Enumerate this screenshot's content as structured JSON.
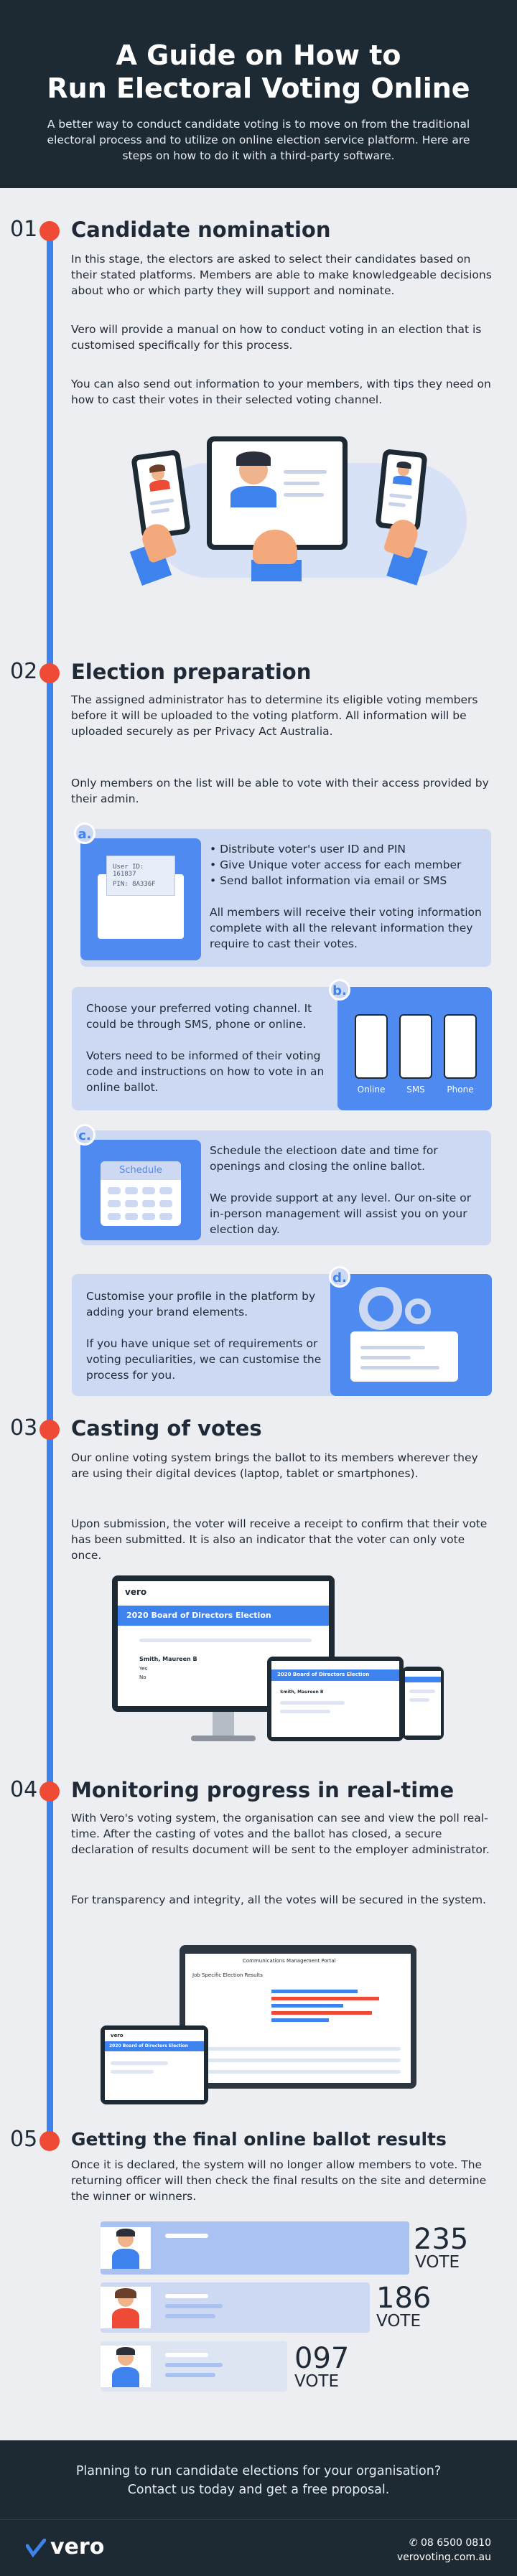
{
  "header": {
    "title_line1": "A Guide on How to",
    "title_line2": "Run Electoral Voting Online",
    "intro": "A better way to conduct candidate voting is to move on from the traditional electoral process and to utilize on online election service platform. Here are steps on how to do it with a third-party software."
  },
  "steps": [
    {
      "num": "01",
      "title": "Candidate nomination",
      "paras": [
        "In this stage, the electors are asked to select their candidates based on their stated platforms. Members are able to make knowledgeable decisions about who or which party they will support and nominate.",
        "Vero will provide a manual on how to conduct voting in an election that is customised specifically for this process.",
        "You can also send out information to your members, with tips they need on how to cast their votes in their selected voting channel."
      ]
    },
    {
      "num": "02",
      "title": "Election preparation",
      "paras": [
        "The assigned administrator has to determine its eligible voting members before it will be uploaded to the voting platform. All information will be uploaded securely as per Privacy Act Australia.",
        "Only members on the list will be able to vote with their access provided by their admin."
      ],
      "cards": {
        "a": {
          "badge": "a.",
          "bullets": [
            "• Distribute voter's user ID and PIN",
            "• Give Unique voter access for each member",
            "• Send ballot information via email or SMS"
          ],
          "text": "All members will receive their voting information complete with all the relevant information they require to cast their votes.",
          "letter_user": "User ID: 161837",
          "letter_pin": "PIN: 8A336F"
        },
        "b": {
          "badge": "b.",
          "text1": "Choose your preferred voting channel. It could be through SMS, phone or online.",
          "text2": "Voters need to be informed of their voting code and instructions on how to vote in an online ballot.",
          "channels": [
            "Online",
            "SMS",
            "Phone"
          ]
        },
        "c": {
          "badge": "c.",
          "calendar_label": "Schedule",
          "text1": "Schedule the electioon date and time for openings and closing the online ballot.",
          "text2": "We provide support at any level. Our on-site or in-person management will assist you on your election day."
        },
        "d": {
          "badge": "d.",
          "text1": "Customise your profile in the platform by adding your brand elements.",
          "text2": "If you have unique set of requirements or voting peculiarities, we can customise the process for you."
        }
      }
    },
    {
      "num": "03",
      "title": "Casting of votes",
      "paras": [
        "Our online voting system brings the ballot to its members wherever they are using their digital devices (laptop, tablet or smartphones).",
        "Upon submission, the voter will receive a receipt to confirm that their vote has been submitted. It is also an indicator that the voter can only vote once."
      ],
      "screen": {
        "brand": "vero",
        "banner": "2020 Board of Directors Election",
        "candidate": "Smith, Maureen B",
        "yes": "Yes",
        "no": "No"
      }
    },
    {
      "num": "04",
      "title": "Monitoring progress in real-time",
      "paras": [
        "With Vero's voting system, the organisation can see and view the poll real-time. After the casting of votes and the ballot has closed, a secure declaration of results document will be sent to the employer administrator.",
        "For transparency and integrity, all the votes will be secured in the system."
      ],
      "screen": {
        "dashboard_title": "Communications Management Portal",
        "panel_title": "2020 Board of Directors Election",
        "subtitle": "Job Specific Election Results"
      }
    },
    {
      "num": "05",
      "title": "Getting the final online ballot results",
      "paras": [
        "Once it is declared, the system will no longer allow members to vote. The returning officer will then check the final results on the site and determine the winner or winners."
      ],
      "results": [
        {
          "count": "235",
          "label": "VOTE"
        },
        {
          "count": "186",
          "label": "VOTE"
        },
        {
          "count": "097",
          "label": "VOTE"
        }
      ]
    }
  ],
  "cta": {
    "line1": "Planning to run candidate elections for your organisation?",
    "line2": "Contact us today and get a free proposal."
  },
  "footer": {
    "brand": "vero",
    "phone": "08 6500 0810",
    "website": "verovoting.com.au"
  },
  "colors": {
    "navy": "#1e2a33",
    "blue": "#3e82ee",
    "light_blue": "#cdd9f2",
    "red": "#ee4a35",
    "background": "#eceef2"
  }
}
